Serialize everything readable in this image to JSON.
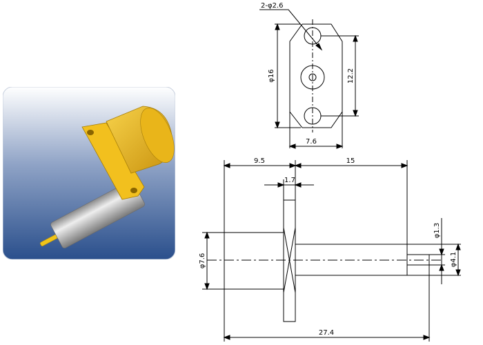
{
  "photo": {
    "tile_top": "#ffffff",
    "tile_mid": "#8fa3c6",
    "tile_bottom": "#2a4f8c",
    "flange_color": "#f2c01e",
    "body_color": "#e6b118",
    "shaft_color": "#b9b9b9",
    "pin_color": "#f0c419"
  },
  "top_view": {
    "hole_callout": "2-φ2.6",
    "flange_height": "φ16",
    "hole_spacing": "12.2",
    "flange_width": "7.6"
  },
  "side_view": {
    "left_length": "9.5",
    "right_length": "15",
    "flange_thickness": "1.7",
    "pin_diameter": "φ1.3",
    "shaft_diameter": "φ4.1",
    "body_diameter": "φ7.6",
    "total_length": "27.4"
  },
  "colors": {
    "line": "#000000"
  }
}
